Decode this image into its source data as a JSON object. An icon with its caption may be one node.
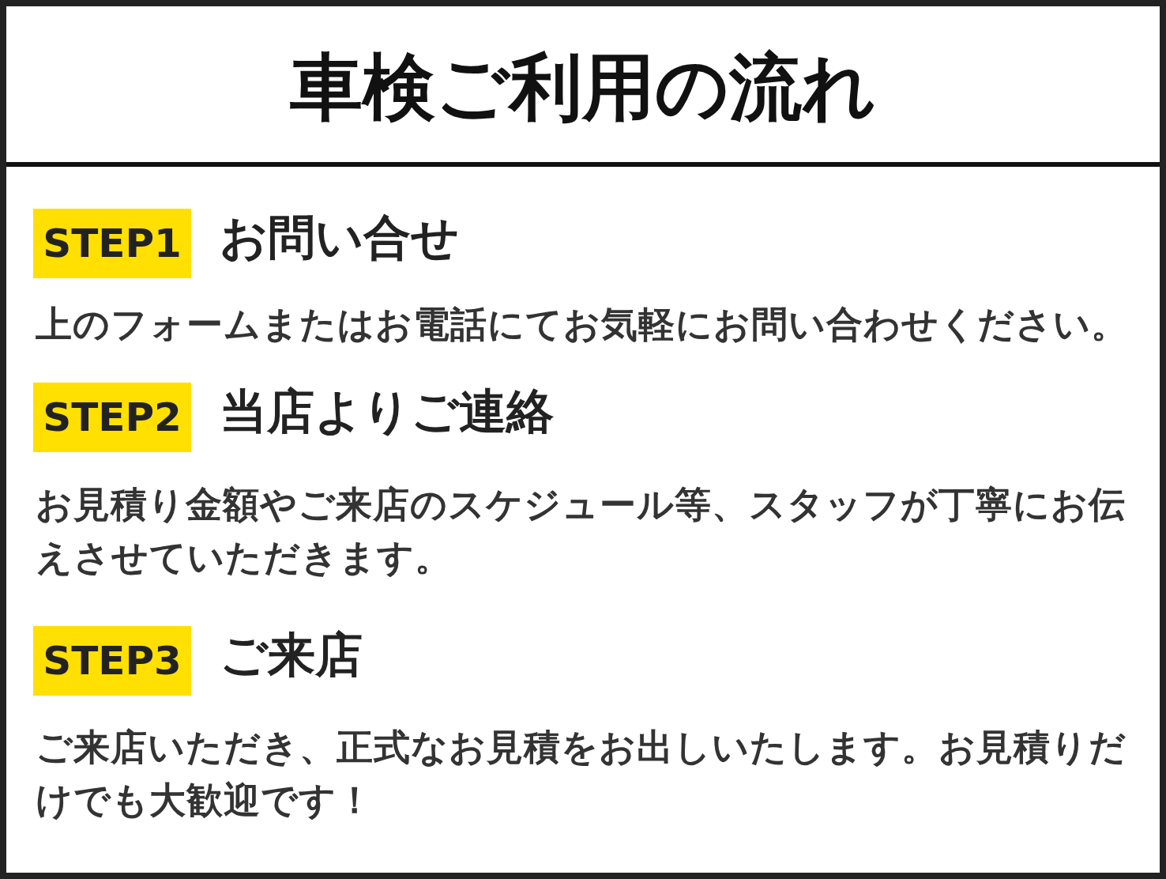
{
  "diagram": {
    "title": "車検ご利用の流れ",
    "nodes": [
      {
        "text": [
          "STEP1"
        ],
        "beside": [
          "お問い合せ"
        ]
      },
      {
        "text": [
          "STEP2"
        ],
        "beside": [
          "当店よりご連絡"
        ]
      },
      {
        "text": [
          "STEP3"
        ],
        "beside": [
          "ご来店"
        ]
      }
    ],
    "labels": [
      "上のフォームまたはお電話にてお気軽にお問い合わせください。",
      "お見積り金額やご来店のスケジュール等、スタッフが丁寧にお伝えさせていただきます。",
      "ご来店いただき、正式なお見積をお出しいたします。お見積りだけでも大歓迎です！"
    ]
  }
}
